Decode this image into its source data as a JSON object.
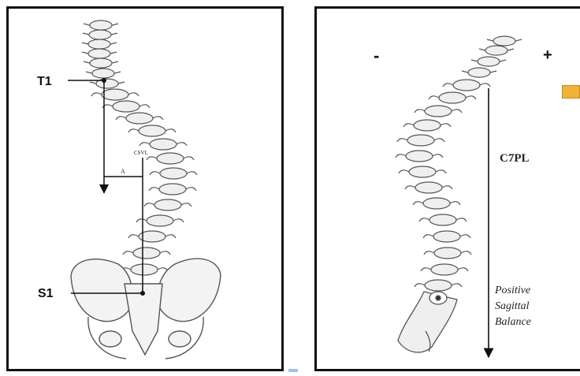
{
  "left_figure": {
    "label_t1": "T1",
    "label_s1": "S1",
    "label_csvl": "CSVL",
    "label_a": "A"
  },
  "right_figure": {
    "sign_minus": "-",
    "sign_plus": "+",
    "label_c7pl": "C7PL",
    "caption_line1": "Positive",
    "caption_line2": "Sagittal",
    "caption_line3": "Balance"
  },
  "colors": {
    "ink": "#111111",
    "bone_fill": "#efefef",
    "bone_stroke": "#555555",
    "accent_tab": "#f2b233"
  }
}
